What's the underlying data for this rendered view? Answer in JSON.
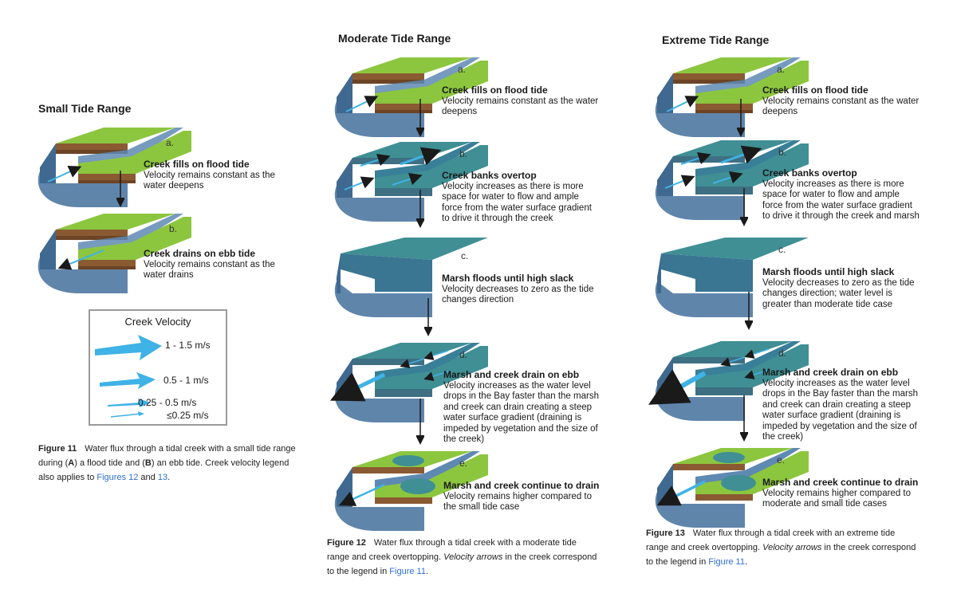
{
  "columns": {
    "small": {
      "title": "Small Tide Range",
      "steps": [
        {
          "letter": "a.",
          "head": "Creek fills on flood tide",
          "body": "Velocity remains constant as the water deepens"
        },
        {
          "letter": "b.",
          "head": "Creek drains on ebb tide",
          "body": "Velocity remains constant as the water drains"
        }
      ],
      "caption": {
        "fig": "Figure 11",
        "t1": "Water flux through a tidal creek with a small tide range during (",
        "a": "A",
        "t2": ") a flood tide and (",
        "b": "B",
        "t3": ") an ebb tide. Creek velocity legend also applies to ",
        "l1": "Figures 12",
        "t4": " and ",
        "l2": "13",
        "t5": "."
      }
    },
    "moderate": {
      "title": "Moderate Tide Range",
      "steps": [
        {
          "letter": "a.",
          "head": "Creek fills on flood tide",
          "body": "Velocity remains constant as the water deepens"
        },
        {
          "letter": "b.",
          "head": "Creek banks overtop",
          "body": "Velocity increases as there is more space for water to flow and ample force from the water surface gradient to drive it through the creek"
        },
        {
          "letter": "c.",
          "head": "Marsh floods until high slack",
          "body": "Velocity decreases to zero as the tide changes direction"
        },
        {
          "letter": "d.",
          "head": "Marsh and creek drain on ebb",
          "body": "Velocity increases as the water level drops in the Bay faster than the marsh and creek can drain creating a steep water surface gradient (draining is impeded by vegetation and the size of the creek)"
        },
        {
          "letter": "e.",
          "head": "Marsh and creek continue to drain",
          "body": "Velocity remains higher compared to the small tide case"
        }
      ],
      "caption": {
        "fig": "Figure 12",
        "t1": "Water flux through a tidal creek with a moderate tide range and creek overtopping. ",
        "it": "Velocity arrows",
        "t2": " in the creek correspond to the legend in ",
        "l1": "Figure 11",
        "t3": "."
      }
    },
    "extreme": {
      "title": "Extreme Tide Range",
      "steps": [
        {
          "letter": "a.",
          "head": "Creek fills on flood tide",
          "body": "Velocity remains constant as the water deepens"
        },
        {
          "letter": "b.",
          "head": "Creek banks overtop",
          "body": "Velocity increases as there is more space for water to flow and ample force from the water surface gradient to drive it through the creek and marsh"
        },
        {
          "letter": "c.",
          "head": "Marsh floods until high slack",
          "body": "Velocity decreases to zero as the tide changes direction; water level is greater than moderate tide case"
        },
        {
          "letter": "d.",
          "head": "Marsh and creek drain on ebb",
          "body": "Velocity increases as the water level drops in the Bay faster than the marsh and creek can drain creating a steep water surface gradient (draining is impeded by vegetation and the size of the creek)"
        },
        {
          "letter": "e.",
          "head": "Marsh and creek continue to drain",
          "body": "Velocity remains higher compared to moderate and small tide cases"
        }
      ],
      "caption": {
        "fig": "Figure 13",
        "t1": "Water flux through a tidal creek with an extreme tide range and creek overtopping. ",
        "it": "Velocity arrows",
        "t2": " in the creek correspond to the legend in ",
        "l1": "Figure 11",
        "t3": "."
      }
    }
  },
  "legend": {
    "title": "Creek Velocity",
    "items": [
      {
        "label": "1 - 1.5 m/s"
      },
      {
        "label": "0.5 - 1 m/s"
      },
      {
        "label": "0.25 - 0.5 m/s"
      },
      {
        "label": "≤0.25 m/s"
      }
    ]
  },
  "colors": {
    "marsh_green": "#8cc63f",
    "soil_brown": "#8a5a32",
    "water_blue": "#5b86ad",
    "flood_teal": "#3f8f94",
    "arrow_blue": "#3fb2e6"
  }
}
